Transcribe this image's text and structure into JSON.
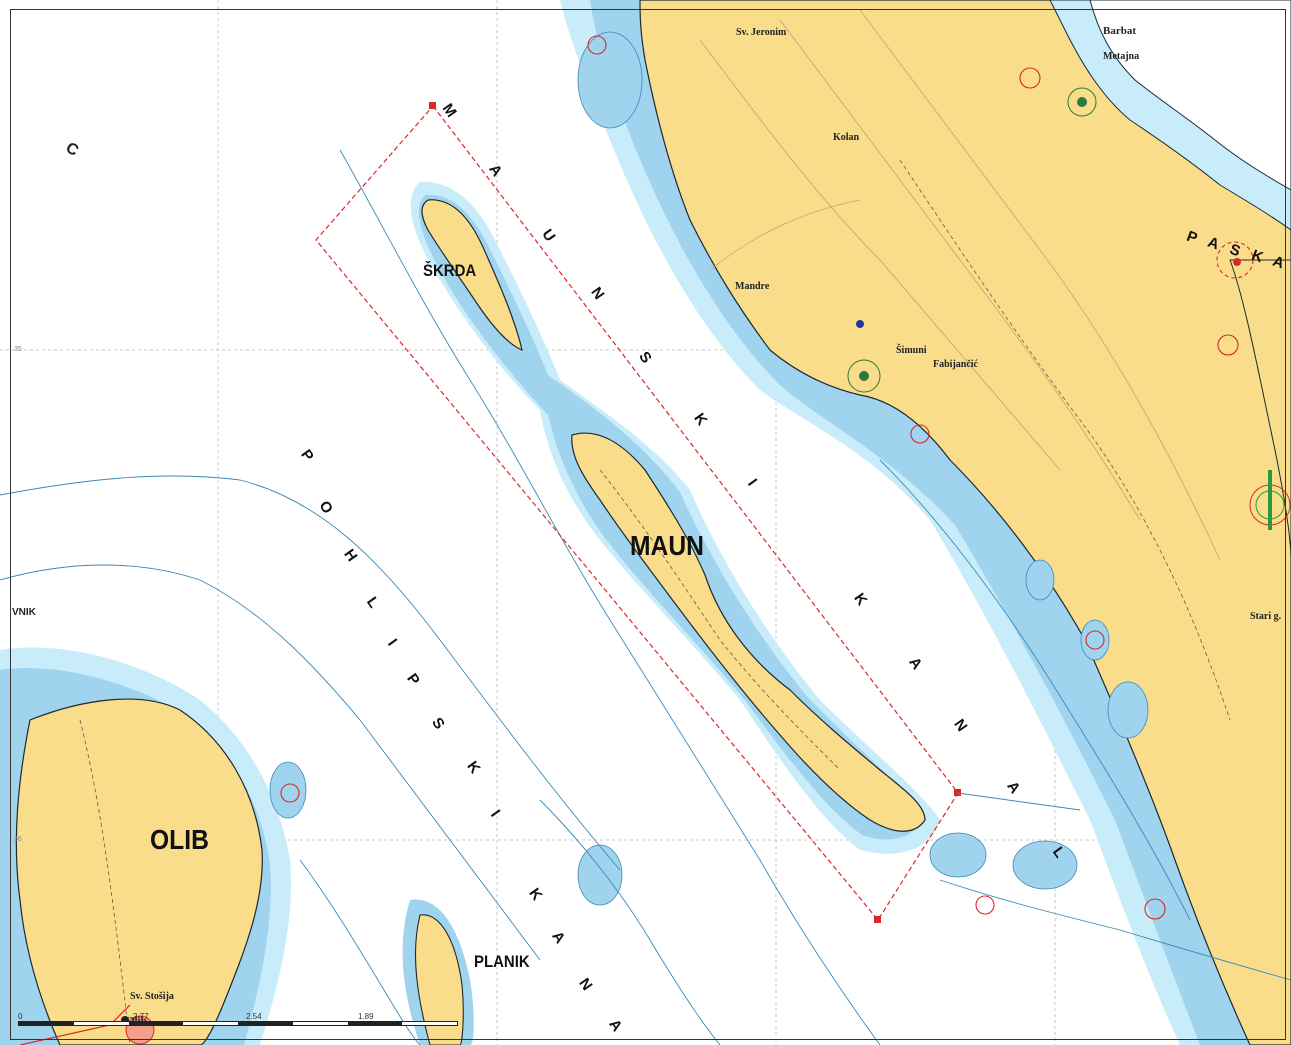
{
  "map": {
    "colors": {
      "sea": "#ffffff",
      "shallow_deep": "#9fd3ee",
      "shallow_light": "#c8ecf9",
      "land": "#f9dd8a",
      "coast": "#1b2a33",
      "depth_contour": "#3b8ab8",
      "survey_area": "#d9282b",
      "hazard_ring": "#d9282b"
    },
    "islands": [
      {
        "id": "skrda",
        "label": "ŠKRDA"
      },
      {
        "id": "maun",
        "label": "MAUN"
      },
      {
        "id": "olib",
        "label": "OLIB"
      },
      {
        "id": "planik",
        "label": "PLANIK"
      }
    ],
    "places": [
      {
        "id": "sv-jeronim",
        "label": "Sv. Jeronim"
      },
      {
        "id": "barbat",
        "label": "Barbat"
      },
      {
        "id": "metajna",
        "label": "Metajna"
      },
      {
        "id": "kolan",
        "label": "Kolan"
      },
      {
        "id": "mandre",
        "label": "Mandre"
      },
      {
        "id": "simuni",
        "label": "Šimuni"
      },
      {
        "id": "fabijancic",
        "label": "Fabijančić"
      },
      {
        "id": "stara-novalja",
        "label": "Stari g."
      },
      {
        "id": "sv-stosija",
        "label": "Sv. Stošija"
      },
      {
        "id": "olib-town",
        "label": "Olib"
      },
      {
        "id": "west-edge",
        "label": "VNIK"
      },
      {
        "id": "top-left-c",
        "label": "C"
      }
    ],
    "channels": {
      "maunski": [
        "M",
        "A",
        "U",
        "N",
        "S",
        "K",
        "I",
        "K",
        "A",
        "N",
        "A",
        "L"
      ],
      "pohlipski": [
        "P",
        "O",
        "H",
        "L",
        "I",
        "P",
        "S",
        "K",
        "I",
        "K",
        "A",
        "N",
        "A"
      ],
      "paski": [
        "P",
        "A",
        "S",
        "K",
        "A"
      ]
    },
    "grid_labels": [
      "35",
      "36"
    ],
    "scale_bar": {
      "ticks": [
        "0",
        "2.77",
        "2.54",
        "1.89"
      ]
    }
  }
}
